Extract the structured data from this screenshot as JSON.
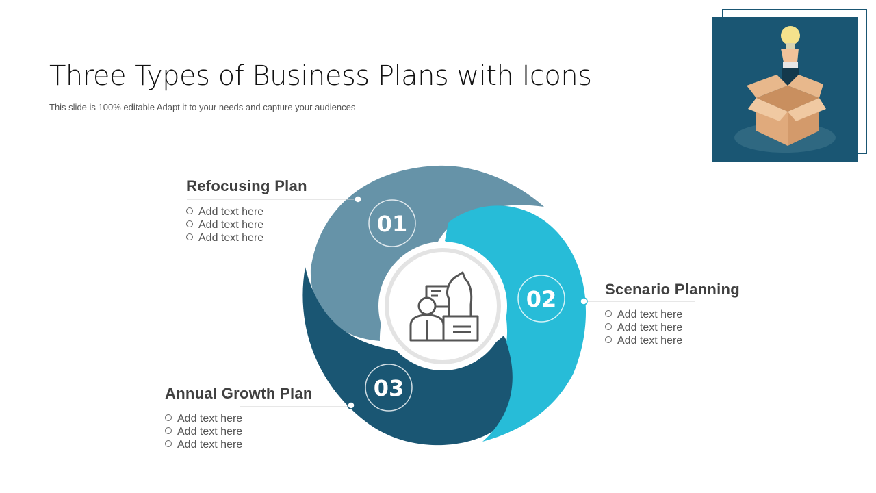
{
  "title": "Three Types of Business Plans with Icons",
  "subtitle": "This slide is 100% editable Adapt it to your needs and capture your audiences",
  "colors": {
    "segment_1": "#6693a8",
    "segment_2": "#27bcd8",
    "segment_3": "#1a5673",
    "label_text": "#404040",
    "photo_bg": "#1a5673"
  },
  "plans": [
    {
      "number": "01",
      "label": "Refocusing Plan",
      "bullets": [
        "Add text here",
        "Add text here",
        "Add text here"
      ]
    },
    {
      "number": "02",
      "label": "Scenario Planning",
      "bullets": [
        "Add text here",
        "Add text here",
        "Add text here"
      ]
    },
    {
      "number": "03",
      "label": "Annual Growth Plan",
      "bullets": [
        "Add text here",
        "Add text here",
        "Add text here"
      ]
    }
  ],
  "center_icon": "businessman-chess-knight-icon",
  "photo_icon": "hand-lightbulb-box-icon"
}
